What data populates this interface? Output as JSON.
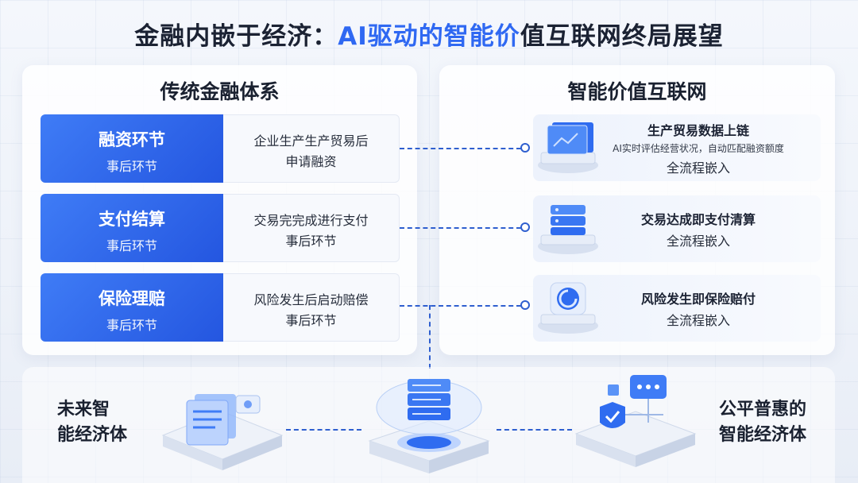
{
  "title": {
    "prefix": "金融内嵌于经济：",
    "accent": "AI驱动的智能价",
    "suffix": "值互联网终局展望"
  },
  "left_panel": {
    "title": "传统金融体系",
    "rows": [
      {
        "name": "融资环节",
        "stage": "事后环节",
        "desc1": "企业生产生产贸易后",
        "desc2": "申请融资"
      },
      {
        "name": "支付结算",
        "stage": "事后环节",
        "desc1": "交易完完成进行支付",
        "desc2": "事后环节"
      },
      {
        "name": "保险理赔",
        "stage": "事后环节",
        "desc1": "风险发生后启动赔偿",
        "desc2": "事后环节"
      }
    ]
  },
  "right_panel": {
    "title": "智能价值互联网",
    "rows": [
      {
        "line1": "生产贸易数据上链",
        "line2": "AI实时评估经营状况，自动匹配融资额度",
        "line3": "全流程嵌入",
        "icon": "monitor-chart-icon"
      },
      {
        "line1": "交易达成即支付清算",
        "line3": "全流程嵌入",
        "icon": "server-stack-icon"
      },
      {
        "line1": "风险发生即保险赔付",
        "line3": "全流程嵌入",
        "icon": "shield-chart-icon"
      }
    ]
  },
  "bottom": {
    "left_label_1": "未来智",
    "left_label_2": "能经济体",
    "right_label_1": "公平普惠的",
    "right_label_2": "智能经济体",
    "icons": [
      "document-stack-icon",
      "central-hub-icon",
      "shield-check-icon"
    ]
  },
  "colors": {
    "accent": "#2f68f2",
    "card_blue": "#2f6cf0",
    "dash_line": "#2f5fcf"
  }
}
